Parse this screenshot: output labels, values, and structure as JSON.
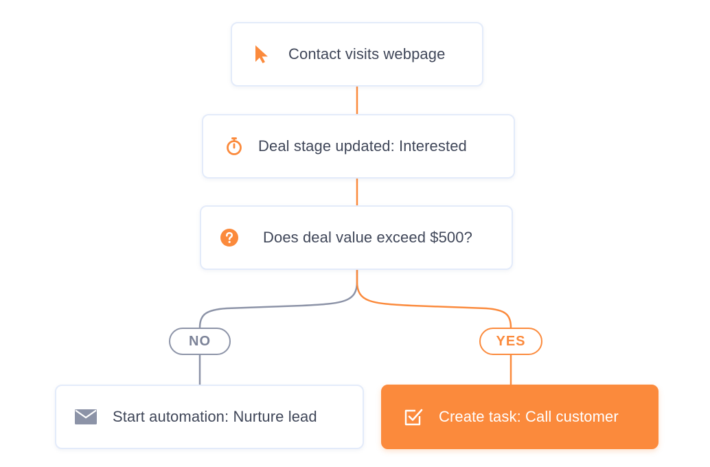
{
  "colors": {
    "accent": "#fb8a3c",
    "neutral_line": "#8c93a7",
    "node_border": "#e3ebfa",
    "text": "#3f4658"
  },
  "nodes": {
    "trigger": {
      "label": "Contact visits webpage",
      "icon": "cursor-arrow-icon"
    },
    "deal_stage": {
      "label": "Deal stage updated: Interested",
      "icon": "stopwatch-icon"
    },
    "question": {
      "label": "Does deal value exceed $500?",
      "icon": "question-icon"
    },
    "no_action": {
      "label": "Start automation: Nurture lead",
      "icon": "envelope-icon"
    },
    "yes_action": {
      "label": "Create task: Call customer",
      "icon": "checkbox-icon"
    }
  },
  "branches": {
    "no": "NO",
    "yes": "YES"
  }
}
